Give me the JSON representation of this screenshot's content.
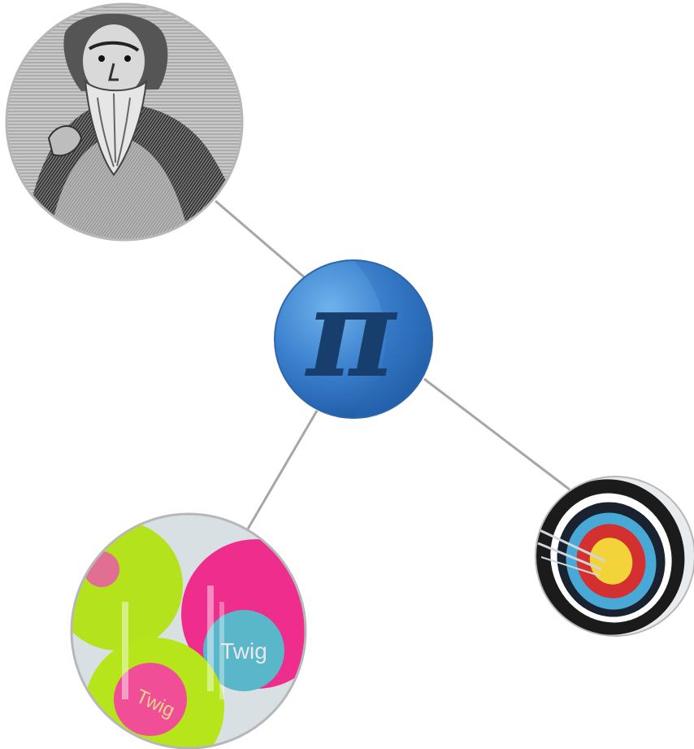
{
  "diagram": {
    "center": {
      "symbol": "π",
      "icon": "pi-symbol"
    },
    "nodes": [
      {
        "id": "portrait",
        "icon": "engraved-bearded-man-portrait"
      },
      {
        "id": "target",
        "icon": "archery-target-with-arrows"
      },
      {
        "id": "balls",
        "icon": "colored-balls"
      }
    ],
    "ball_labels": [
      "Twig",
      "Twig"
    ]
  },
  "colors": {
    "connector": "#a6a6a6",
    "pi_circle": "#3d82d0",
    "pi_glyph": "#183e6e",
    "ring_border": "#b7b7b7"
  }
}
